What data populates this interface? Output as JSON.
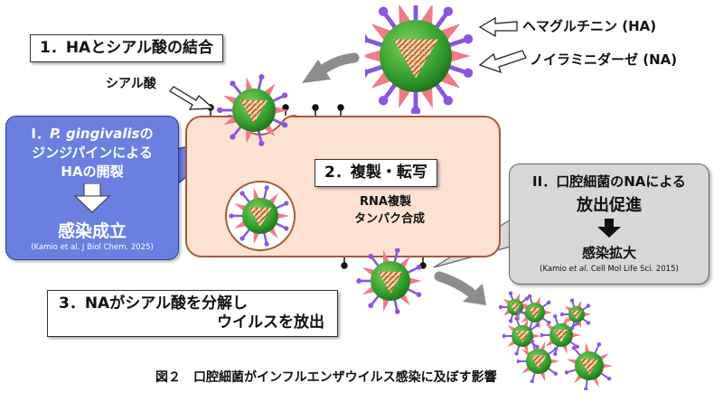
{
  "steps": {
    "step1": "1．HAとシアル酸の結合",
    "step2": "2．複製・転写",
    "step3_line1": "3．NAがシアル酸を分解し",
    "step3_line2": "ウイルスを放出"
  },
  "labels": {
    "ha": "ヘマグルチニン (HA)",
    "na": "ノイラミニダーゼ (NA)",
    "sialic_acid": "シアル酸",
    "rna_replication": "RNA複製",
    "protein_synthesis": "タンパク合成"
  },
  "callout_blue": {
    "line1_num": "I．",
    "line1_species": "P. gingivalis",
    "line1_suffix": "の",
    "line2": "ジンジパインによる",
    "line3": "HAの開裂",
    "result": "感染成立",
    "citation": "(Kamio et al. J Biol Chem. 2025)"
  },
  "callout_gray": {
    "line1": "II．口腔細菌のNAによる",
    "line2": "放出促進",
    "result": "感染拡大",
    "citation_pre": "(Kamio ",
    "citation_etal": "et al.",
    "citation_post": " Cell Mol Life Sci. 2015)"
  },
  "caption": "図２　口腔細菌がインフルエンザウイルス感染に及ぼす影響",
  "colors": {
    "virus_body": "#2f9a2a",
    "ha_spike": "#f07a88",
    "na_spike": "#8a55e0",
    "cell_fill": "#fde2d2",
    "cell_border": "#a35a3a",
    "arrow_gray": "#8c8c8c",
    "callout_blue": "#6a7fe0",
    "callout_gray": "#d7d7d7"
  }
}
